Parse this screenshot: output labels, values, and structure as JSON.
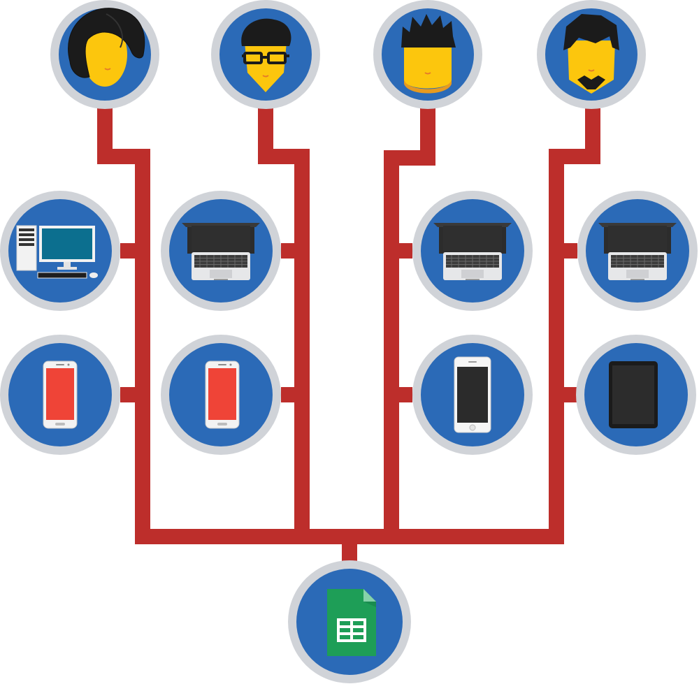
{
  "colors": {
    "connector": "#bd2e2b",
    "node_ring": "#d0d3d8",
    "node_fill": "#2b6ab7",
    "skin": "#fcc60d",
    "hair": "#1b1b1b",
    "sheets_green": "#1e9e57",
    "sheets_fold": "#86d2a9",
    "phone_screen_red": "#ef4437",
    "device_silver": "#e6e7e9",
    "device_dark": "#2c2c2c",
    "monitor_screen": "#0c6f8f"
  },
  "users": [
    {
      "id": "user-1",
      "icon": "woman-avatar-icon",
      "devices": [
        "desktop-computer-icon",
        "android-phone-icon"
      ]
    },
    {
      "id": "user-2",
      "icon": "man-glasses-avatar-icon",
      "devices": [
        "laptop-icon",
        "android-phone-icon"
      ]
    },
    {
      "id": "user-3",
      "icon": "man-spiky-hair-avatar-icon",
      "devices": [
        "laptop-icon",
        "iphone-icon"
      ]
    },
    {
      "id": "user-4",
      "icon": "man-goatee-avatar-icon",
      "devices": [
        "laptop-icon",
        "tablet-icon"
      ]
    }
  ],
  "target": {
    "icon": "google-sheets-icon"
  }
}
